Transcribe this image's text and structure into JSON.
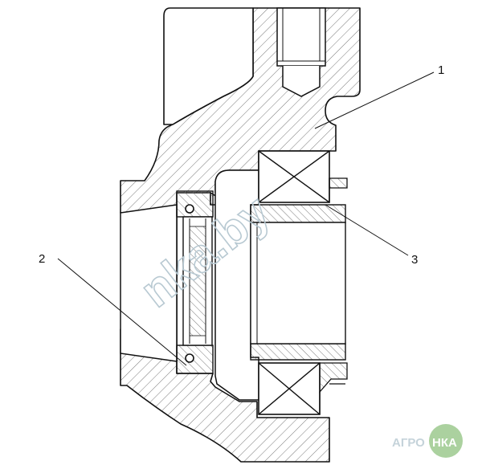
{
  "callouts": [
    {
      "id": "1",
      "label": "1"
    },
    {
      "id": "2",
      "label": "2"
    },
    {
      "id": "3",
      "label": "3"
    }
  ],
  "watermark": {
    "site_text": "nka.by",
    "logo_left": "АГРО",
    "logo_right": "НКА"
  },
  "colors": {
    "line": "#111111",
    "hatch": "#6a6a6a",
    "watermark": "#c9d8df",
    "logo_green": "#7ab86a"
  }
}
